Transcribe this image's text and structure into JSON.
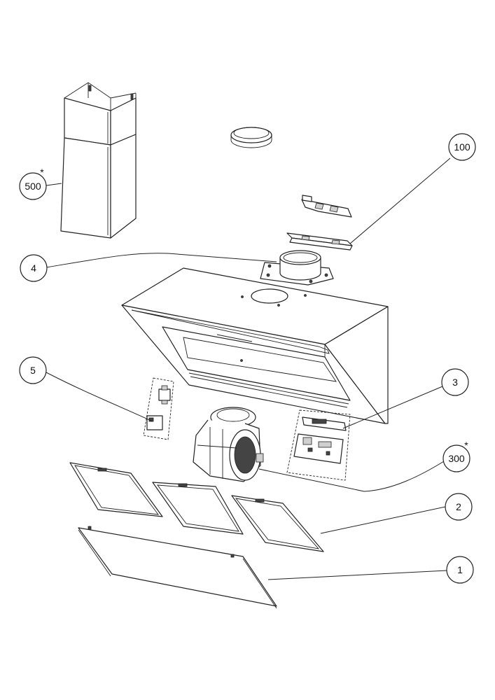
{
  "callouts": [
    {
      "id": "100",
      "label": "100",
      "starred": false
    },
    {
      "id": "500",
      "label": "500",
      "starred": true
    },
    {
      "id": "4",
      "label": "4",
      "starred": false
    },
    {
      "id": "5",
      "label": "5",
      "starred": false
    },
    {
      "id": "3",
      "label": "3",
      "starred": false
    },
    {
      "id": "300",
      "label": "300",
      "starred": true
    },
    {
      "id": "2",
      "label": "2",
      "starred": false
    },
    {
      "id": "1",
      "label": "1",
      "starred": false
    }
  ],
  "star_symbol": "*"
}
